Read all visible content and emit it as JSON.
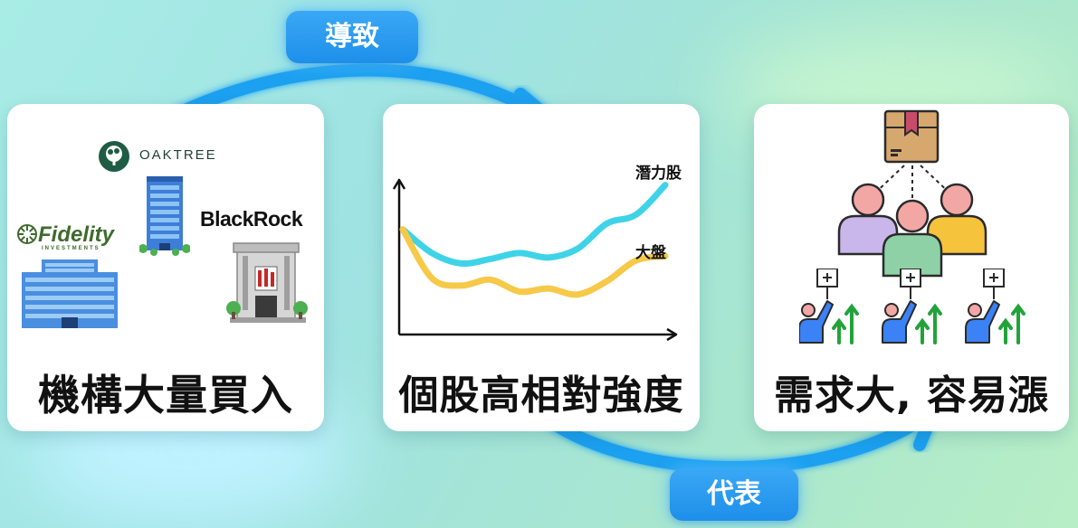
{
  "cards": {
    "institutional": {
      "title": "機構大量買入",
      "logos": {
        "oaktree": "OAKTREE",
        "blackrock": "BlackRock",
        "fidelity": "Fidelity",
        "fidelity_sub": "INVESTMENTS"
      }
    },
    "strength": {
      "title": "個股高相對強度",
      "series": {
        "potential": "潛力股",
        "market": "大盤"
      }
    },
    "demand": {
      "title": "需求大, 容易漲"
    }
  },
  "arrows": {
    "lead_label": "導致",
    "represent_label": "代表"
  },
  "chart_data": {
    "type": "line",
    "title": "",
    "xlabel": "",
    "ylabel": "",
    "series": [
      {
        "name": "潛力股",
        "color": "#3fd3e8",
        "values": [
          68,
          52,
          45,
          48,
          52,
          49,
          55,
          72,
          78,
          98
        ]
      },
      {
        "name": "大盤",
        "color": "#f7c948",
        "values": [
          68,
          35,
          30,
          34,
          26,
          28,
          24,
          33,
          47,
          50
        ]
      }
    ],
    "ylim": [
      0,
      110
    ],
    "grid": false,
    "legend": "inline-right"
  },
  "colors": {
    "arrow": "#1ea0f0",
    "potential_line": "#3fd3e8",
    "market_line": "#f7c948"
  }
}
